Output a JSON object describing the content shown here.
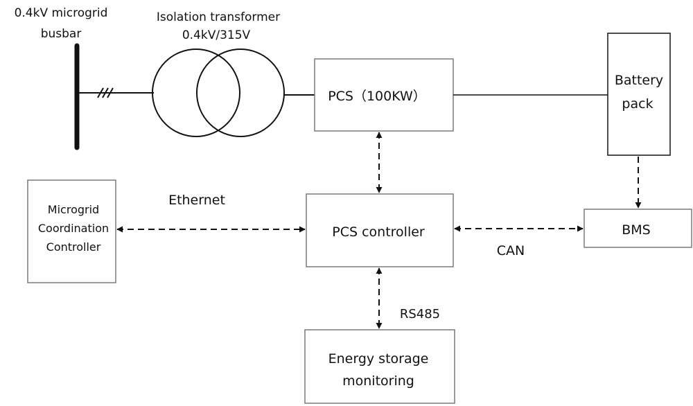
{
  "labels": {
    "busbar_line1": "0.4kV microgrid",
    "busbar_line2": "busbar",
    "transformer_line1": "Isolation transformer",
    "transformer_line2": "0.4kV/315V",
    "pcs": "PCS（100KW）",
    "battery_line1": "Battery",
    "battery_line2": "pack",
    "ethernet": "Ethernet",
    "mcc_line1": "Microgrid",
    "mcc_line2": "Coordination",
    "mcc_line3": "Controller",
    "pcs_controller": "PCS controller",
    "bms": "BMS",
    "can": "CAN",
    "rs485": "RS485",
    "esm_line1": "Energy storage",
    "esm_line2": "monitoring"
  },
  "colors": {
    "line": "#111111",
    "box": "#7a7a7a"
  }
}
